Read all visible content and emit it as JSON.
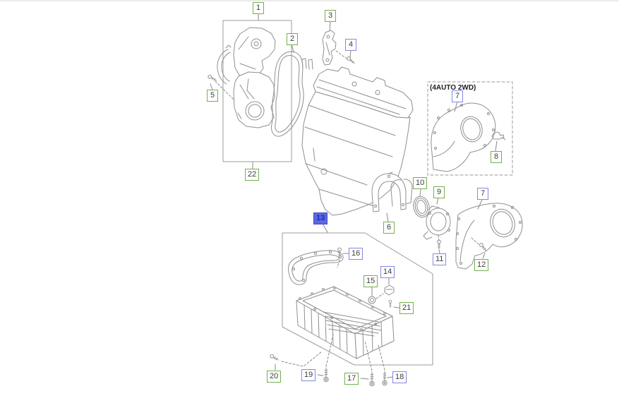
{
  "note": "(4AUTO 2WD)",
  "colors": {
    "green_border": "#74b04c",
    "blue_border": "#8289e4",
    "selected_fill": "#5b68e2",
    "selected_border": "#3c49cf",
    "selected_text": "#1e2bb2",
    "label_text": "#3d3d3d",
    "line_gray": "#8f8f8f"
  },
  "callouts": [
    {
      "label": "1",
      "style": "green"
    },
    {
      "label": "2",
      "style": "green"
    },
    {
      "label": "3",
      "style": "green"
    },
    {
      "label": "4",
      "style": "blue"
    },
    {
      "label": "5",
      "style": "green"
    },
    {
      "label": "22",
      "style": "green"
    },
    {
      "label": "7",
      "style": "blue"
    },
    {
      "label": "8",
      "style": "green"
    },
    {
      "label": "10",
      "style": "green"
    },
    {
      "label": "9",
      "style": "green"
    },
    {
      "label": "7",
      "style": "blue"
    },
    {
      "label": "6",
      "style": "green"
    },
    {
      "label": "11",
      "style": "blue"
    },
    {
      "label": "12",
      "style": "green"
    },
    {
      "label": "13",
      "style": "selected"
    },
    {
      "label": "16",
      "style": "blue"
    },
    {
      "label": "15",
      "style": "green"
    },
    {
      "label": "14",
      "style": "blue"
    },
    {
      "label": "21",
      "style": "green"
    },
    {
      "label": "20",
      "style": "green"
    },
    {
      "label": "19",
      "style": "blue"
    },
    {
      "label": "17",
      "style": "green"
    },
    {
      "label": "18",
      "style": "blue"
    }
  ]
}
